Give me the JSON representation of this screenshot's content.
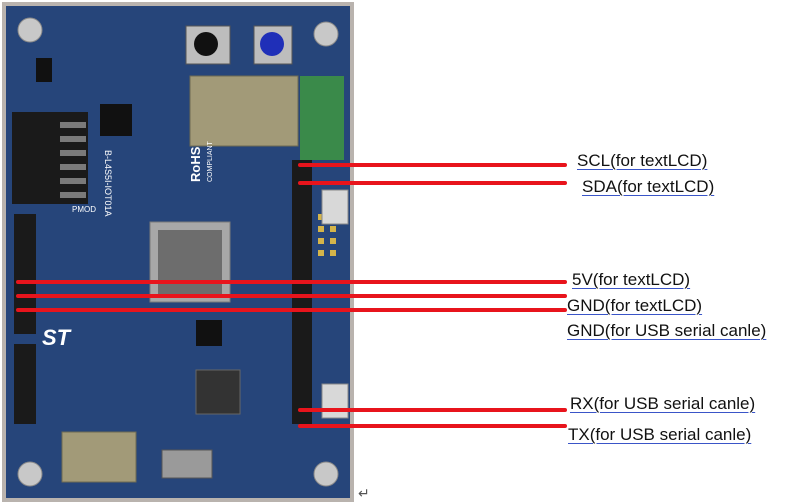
{
  "board": {
    "name": "B-L4S5I-IOT01A",
    "rohs_text": "RoHS",
    "rohs_sub": "COMPLIANT",
    "pmod_text": "PMOD",
    "colors": {
      "pcb": "#26457a",
      "pcb_dark": "#1b3360",
      "header": "#1a1a1a",
      "wire": "#e8141c",
      "frame": "#b9b3ae",
      "module": "#a29a78"
    }
  },
  "labels": [
    {
      "id": "scl",
      "text": "SCL(for textLCD)"
    },
    {
      "id": "sda",
      "text": "SDA(for textLCD)"
    },
    {
      "id": "5v",
      "text": "5V(for textLCD)"
    },
    {
      "id": "gnd1",
      "text": "GND(for textLCD)"
    },
    {
      "id": "gnd2",
      "text": "GND(for USB serial canle)"
    },
    {
      "id": "rx",
      "text": "RX(for USB serial canle)"
    },
    {
      "id": "tx",
      "text": "TX(for USB serial canle)"
    }
  ],
  "paragraph_mark": "↵"
}
